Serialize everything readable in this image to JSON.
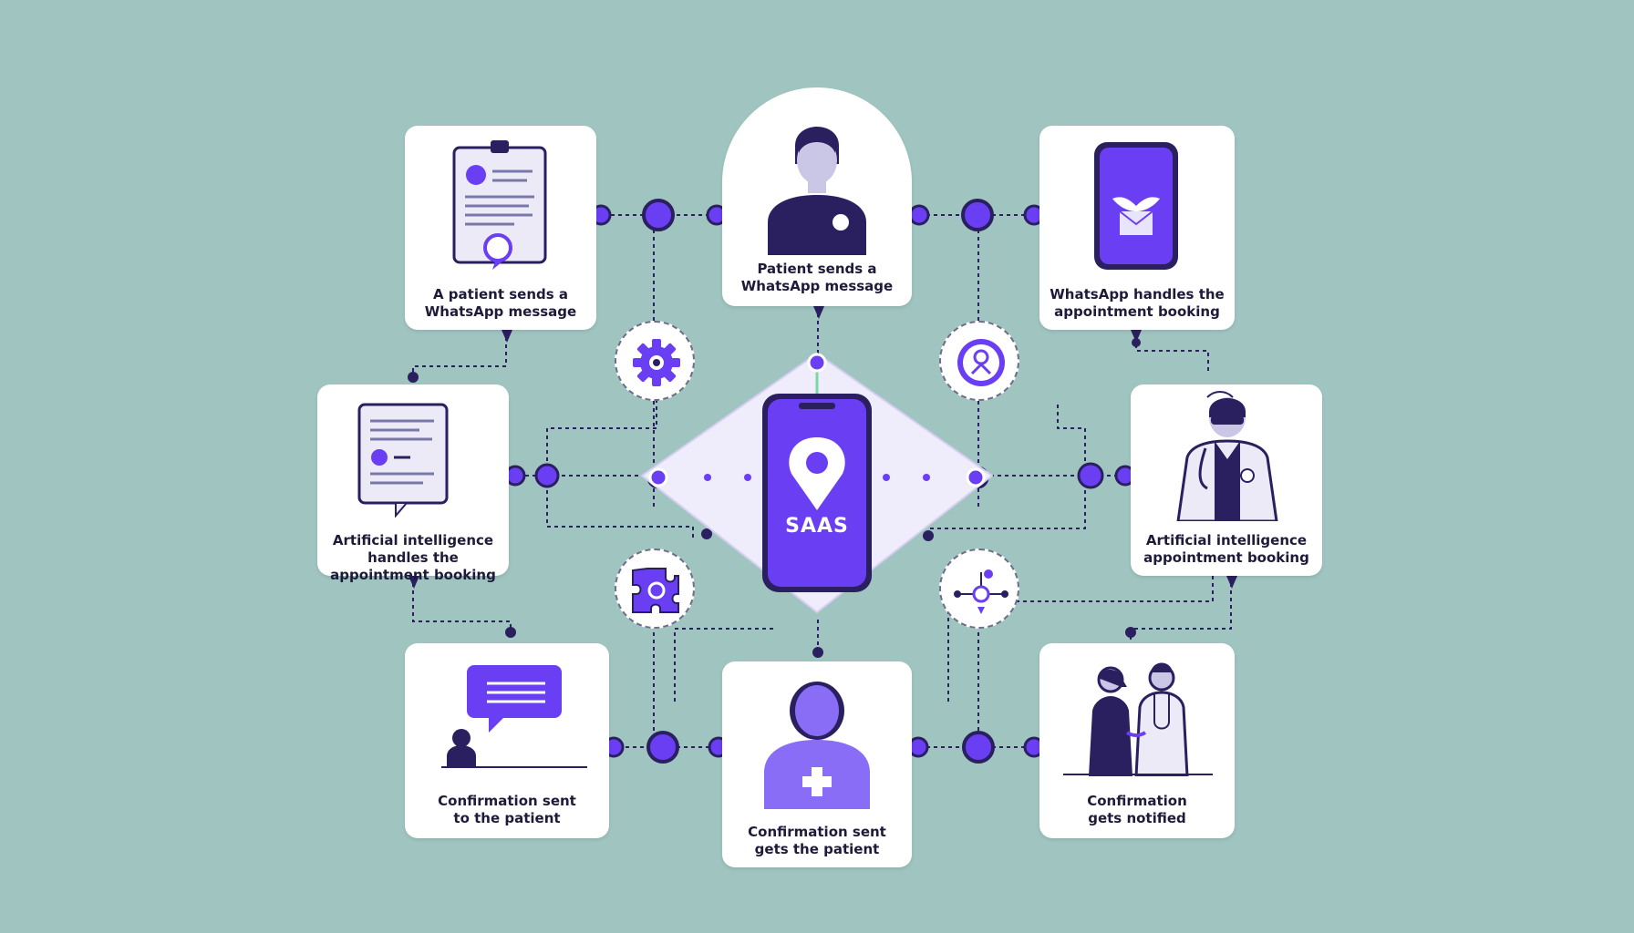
{
  "hub": {
    "label": "SAAS"
  },
  "nodes": {
    "top_left": {
      "line1": "A patient sends a",
      "line2": "WhatsApp message"
    },
    "top_center": {
      "line1": "Patient sends a",
      "line2": "WhatsApp message"
    },
    "top_right": {
      "line1": "WhatsApp handles the",
      "line2": "appointment booking"
    },
    "middle_left": {
      "line1": "Artificial intelligence handles the",
      "line2": "appointment booking"
    },
    "middle_right": {
      "line1": "Artificial intelligence",
      "line2": "appointment booking"
    },
    "bottom_left": {
      "line1": "Confirmation sent",
      "line2": "to the patient"
    },
    "bottom_center": {
      "line1": "Confirmation sent",
      "line2": "gets the patient"
    },
    "bottom_right": {
      "line1": "Confirmation",
      "line2": "gets notified"
    }
  },
  "colors": {
    "background": "#a0c5c1",
    "accent": "#6a3ef2",
    "dark": "#2a2060",
    "card": "#ffffff"
  },
  "icons": {
    "badge_top_left": "gear-icon",
    "badge_top_right": "user-circle-icon",
    "badge_bottom_left": "puzzle-icon",
    "badge_bottom_right": "network-icon"
  }
}
